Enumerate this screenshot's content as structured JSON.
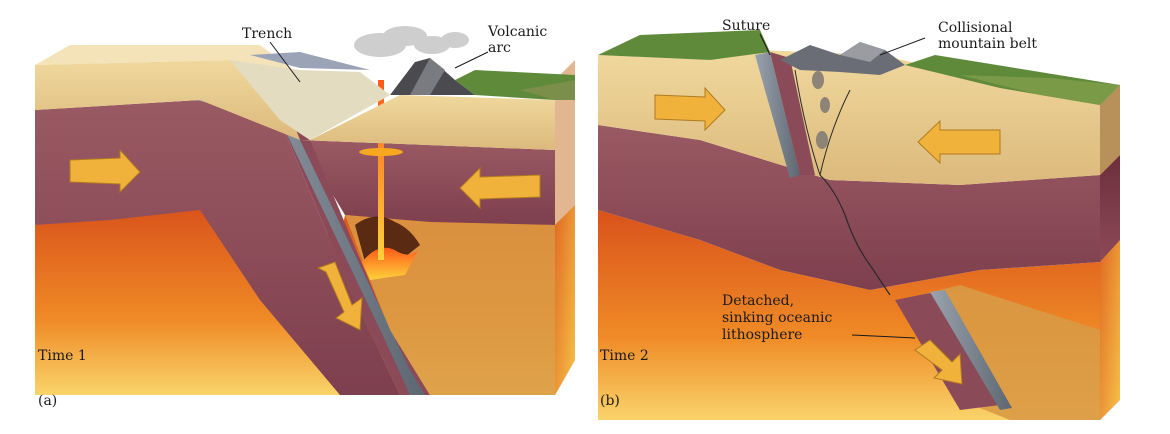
{
  "panel_a": {
    "labels": {
      "trench": "Trench",
      "volcanic_arc_line1": "Volcanic",
      "volcanic_arc_line2": "arc"
    },
    "time_label": "Time 1",
    "panel_tag": "(a)"
  },
  "panel_b": {
    "labels": {
      "suture": "Suture",
      "mountain_line1": "Collisional",
      "mountain_line2": "mountain belt",
      "detached_line1": "Detached,",
      "detached_line2": "sinking oceanic",
      "detached_line3": "lithosphere"
    },
    "time_label": "Time 2",
    "panel_tag": "(b)"
  },
  "colors": {
    "crust_top": "#e8cf93",
    "crust_side": "#c9a46a",
    "lithosphere": "#8a4a58",
    "asthenosphere": "#e4621e",
    "asthenosphere_light": "#f6c24a",
    "slab_edge": "#7b8591",
    "arrow": "#f0b23a",
    "vegetation": "#5f8a3a",
    "magma": "#f29a1a"
  }
}
